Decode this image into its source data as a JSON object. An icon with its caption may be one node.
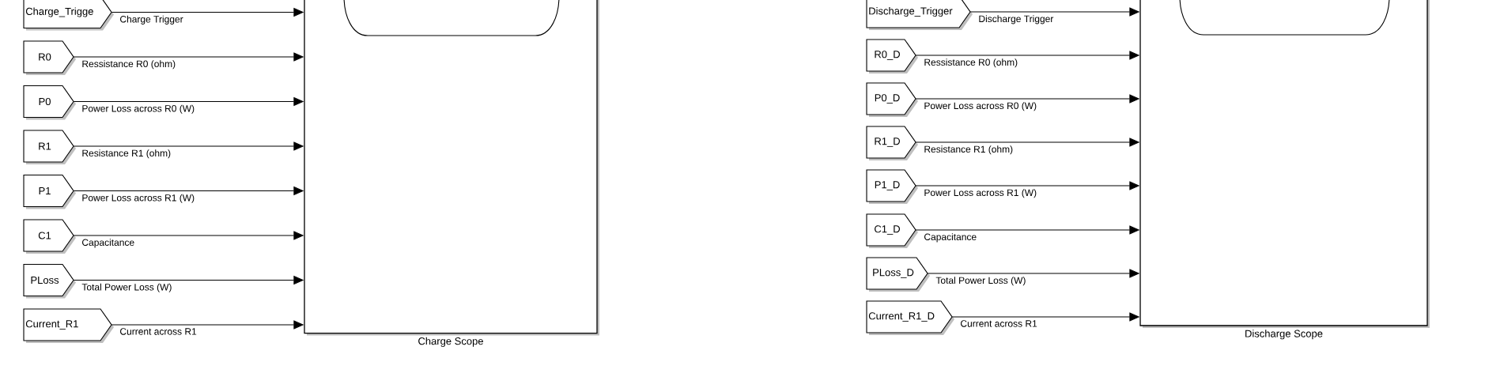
{
  "diagram": {
    "nodes": [
      {
        "text": [
          "Charge_Trigge"
        ]
      },
      {
        "text": [
          "R0"
        ]
      },
      {
        "text": [
          "P0"
        ]
      },
      {
        "text": [
          "R1"
        ]
      },
      {
        "text": [
          "P1"
        ]
      },
      {
        "text": [
          "C1"
        ]
      },
      {
        "text": [
          "PLoss"
        ]
      },
      {
        "text": [
          "Current_R1"
        ]
      },
      {
        "text": [],
        "shape": "box",
        "beside": [
          "Charge Scope"
        ]
      },
      {
        "text": [
          "Discharge_Trigger"
        ]
      },
      {
        "text": [
          "R0_D"
        ]
      },
      {
        "text": [
          "P0_D"
        ]
      },
      {
        "text": [
          "R1_D"
        ]
      },
      {
        "text": [
          "P1_D"
        ]
      },
      {
        "text": [
          "C1_D"
        ]
      },
      {
        "text": [
          "PLoss_D"
        ]
      },
      {
        "text": [
          "Current_R1_D"
        ]
      },
      {
        "text": [],
        "shape": "box",
        "beside": [
          "Discharge Scope"
        ]
      }
    ],
    "edges": [
      {
        "from": 0,
        "to": 8,
        "arrow": "to",
        "label": "Charge Trigger"
      },
      {
        "from": 1,
        "to": 8,
        "arrow": "to",
        "label": "Ressistance R0 (ohm)"
      },
      {
        "from": 2,
        "to": 8,
        "arrow": "to",
        "label": "Power Loss across R0 (W)"
      },
      {
        "from": 3,
        "to": 8,
        "arrow": "to",
        "label": "Resistance R1 (ohm)"
      },
      {
        "from": 4,
        "to": 8,
        "arrow": "to",
        "label": "Power Loss across R1 (W)"
      },
      {
        "from": 5,
        "to": 8,
        "arrow": "to",
        "label": "Capacitance"
      },
      {
        "from": 6,
        "to": 8,
        "arrow": "to",
        "label": "Total Power Loss (W)"
      },
      {
        "from": 7,
        "to": 8,
        "arrow": "to",
        "label": "Current across R1"
      },
      {
        "from": 9,
        "to": 17,
        "arrow": "to",
        "label": "Discharge Trigger"
      },
      {
        "from": 10,
        "to": 17,
        "arrow": "to",
        "label": "Ressistance R0 (ohm)"
      },
      {
        "from": 11,
        "to": 17,
        "arrow": "to",
        "label": "Power Loss across R0 (W)"
      },
      {
        "from": 12,
        "to": 17,
        "arrow": "to",
        "label": "Resistance R1 (ohm)"
      },
      {
        "from": 13,
        "to": 17,
        "arrow": "to",
        "label": "Power Loss across R1 (W)"
      },
      {
        "from": 14,
        "to": 17,
        "arrow": "to",
        "label": "Capacitance"
      },
      {
        "from": 15,
        "to": 17,
        "arrow": "to",
        "label": "Total Power Loss (W)"
      },
      {
        "from": 16,
        "to": 17,
        "arrow": "to",
        "label": "Current across R1"
      }
    ]
  }
}
